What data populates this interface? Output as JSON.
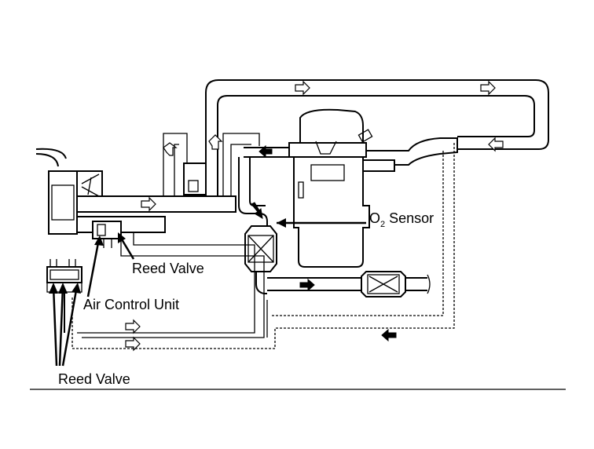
{
  "labels": {
    "o2_sensor": "O",
    "o2_sub": "2",
    "o2_suffix": " Sensor",
    "reed_valve_upper": "Reed Valve",
    "air_control_unit": "Air Control Unit",
    "reed_valve_lower": "Reed Valve"
  },
  "colors": {
    "ink": "#000000",
    "paper": "#ffffff"
  }
}
